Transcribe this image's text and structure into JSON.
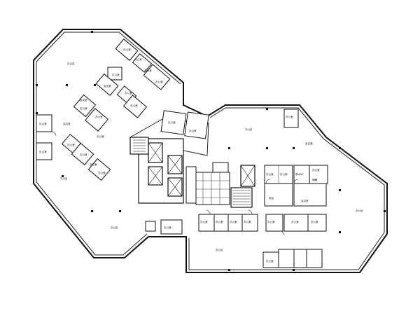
{
  "plan": {
    "colors": {
      "wall": "#111111",
      "background": "#ffffff"
    },
    "room_labels": {
      "open_office_west": "办公区",
      "open_office_east": "办公区",
      "open_office_north": "办公区",
      "open_office_sw": "办公区",
      "open_office_south": "办公区",
      "open_office_mid": "办公区",
      "office_1": "办公室",
      "office_2": "办公室",
      "office_3": "办公室",
      "office_4": "办公室",
      "office_5": "办公室",
      "office_6": "办公室",
      "office_7": "办公室",
      "office_8": "办公室",
      "office_9": "办公室",
      "office_10": "办公室",
      "office_11": "办公室",
      "office_12": "办公室",
      "office_13": "办公室",
      "office_14": "办公室",
      "office_15": "办公室",
      "office_16": "办公室",
      "office_17": "办公室",
      "office_18": "办公室",
      "office_19": "办公室",
      "office_20": "办公室",
      "office_21": "办公室",
      "office_22": "办公室",
      "office_23": "办公室",
      "office_24": "办公室",
      "office_25": "办公室",
      "office_26": "办公室",
      "office_27": "办公室",
      "office_28": "办公室",
      "office_29": "办公室",
      "office_30": "办公室",
      "meeting_1": "会议室",
      "meeting_2": "会议室",
      "meeting_3": "会议室",
      "meeting_4": "会议室",
      "meeting_5": "会议室",
      "meeting_6": "会议室",
      "reception": "前台",
      "pantry": "茶水间",
      "storage": "储藏"
    }
  }
}
